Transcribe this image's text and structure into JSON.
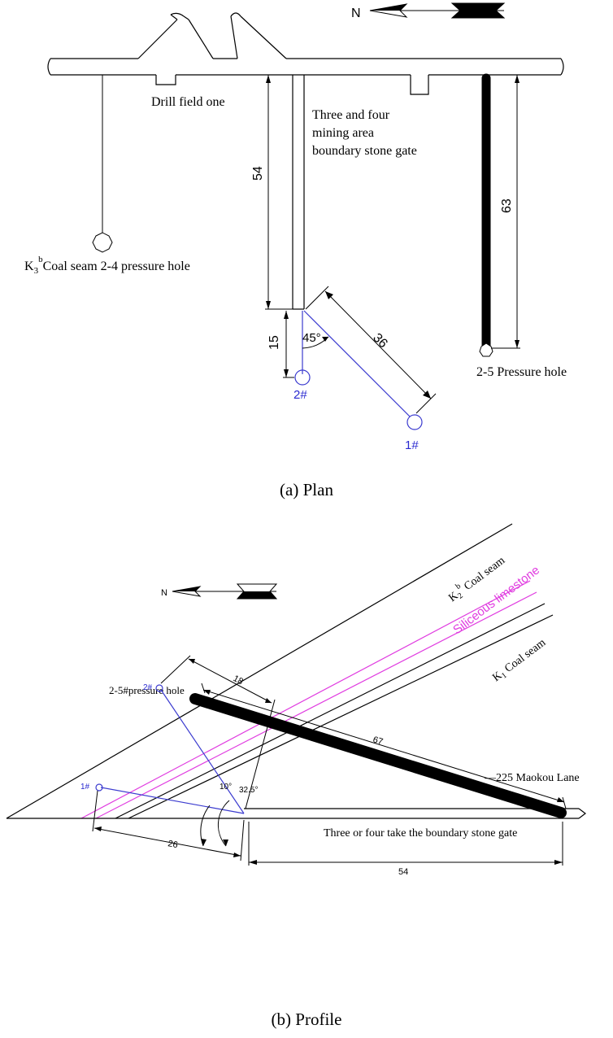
{
  "plan": {
    "caption": "(a) Plan",
    "north_label": "N",
    "drill_field_label": "Drill field one",
    "gate_label_lines": [
      "Three and four",
      "mining area",
      "boundary stone gate"
    ],
    "k3_label": "K",
    "k3_sub": "3",
    "k3_sup": "b",
    "k3_rest": "Coal seam 2-4 pressure hole",
    "pressure_hole_25_label": "2-5 Pressure hole",
    "dim_54": "54",
    "dim_63": "63",
    "dim_15": "15",
    "dim_36": "36",
    "angle_45": "45°",
    "hole1_label": "1#",
    "hole2_label": "2#"
  },
  "profile": {
    "caption": "(b) Profile",
    "north_label": "N",
    "k2_label": "K",
    "k2_sub": "2",
    "k2_sup": "b",
    "k2_rest": " Coal seam",
    "siliceous_label": "Siliceous limestone",
    "k1_label": "K",
    "k1_sub": "1",
    "k1_rest": " Coal seam",
    "pressure_hole_label": "2-5#pressure hole",
    "dim_67": "67",
    "dim_18": "18",
    "dim_26": "26",
    "dim_54": "54",
    "angle_10": "10°",
    "angle_325": "32.5°",
    "maokou_label": "—225 Maokou Lane",
    "gate_label": "Three or four take the boundary stone gate",
    "hole1_label": "1#",
    "hole2_label": "2#"
  },
  "colors": {
    "line": "#000000",
    "blue": "#3b3bcf",
    "magenta": "#e03ce0"
  }
}
